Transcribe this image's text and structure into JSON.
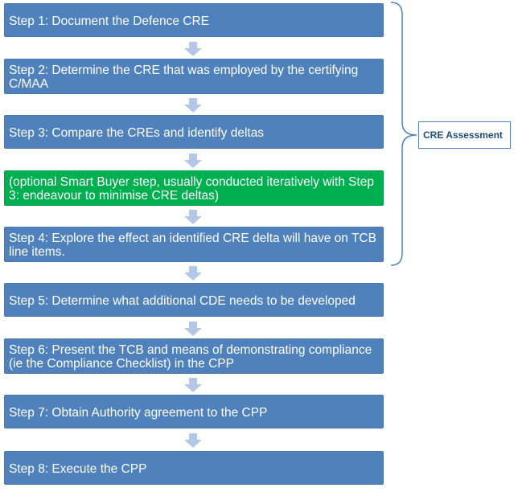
{
  "steps": [
    {
      "text": "Step 1:  Document the Defence CRE",
      "color": "#4f81bd"
    },
    {
      "text": "Step 2:  Determine the CRE that was employed by the certifying C/MAA",
      "color": "#4f81bd"
    },
    {
      "text": "Step 3:  Compare the CREs and identify deltas",
      "color": "#4f81bd"
    },
    {
      "text": "(optional Smart Buyer step, usually conducted iteratively with Step 3:  endeavour to minimise CRE deltas)",
      "color": "#00b050"
    },
    {
      "text": "Step 4:  Explore the effect an identified CRE delta will have on TCB line items.",
      "color": "#4f81bd"
    },
    {
      "text": "Step 5:  Determine what additional CDE needs to be developed",
      "color": "#4f81bd"
    },
    {
      "text": "Step 6:  Present the TCB and means of demonstrating compliance  (ie the Compliance Checklist) in the CPP",
      "color": "#4f81bd"
    },
    {
      "text": "Step 7:  Obtain Authority agreement to the CPP",
      "color": "#4f81bd"
    },
    {
      "text": "Step 8:  Execute the CPP",
      "color": "#4f81bd"
    }
  ],
  "bracket": {
    "label": "CRE Assessment",
    "covers_steps": [
      1,
      2,
      3,
      4,
      5
    ]
  },
  "colors": {
    "step_blue": "#4f81bd",
    "optional_green": "#00b050",
    "arrow": "#b4c7e7",
    "label_text": "#1f4e79"
  }
}
